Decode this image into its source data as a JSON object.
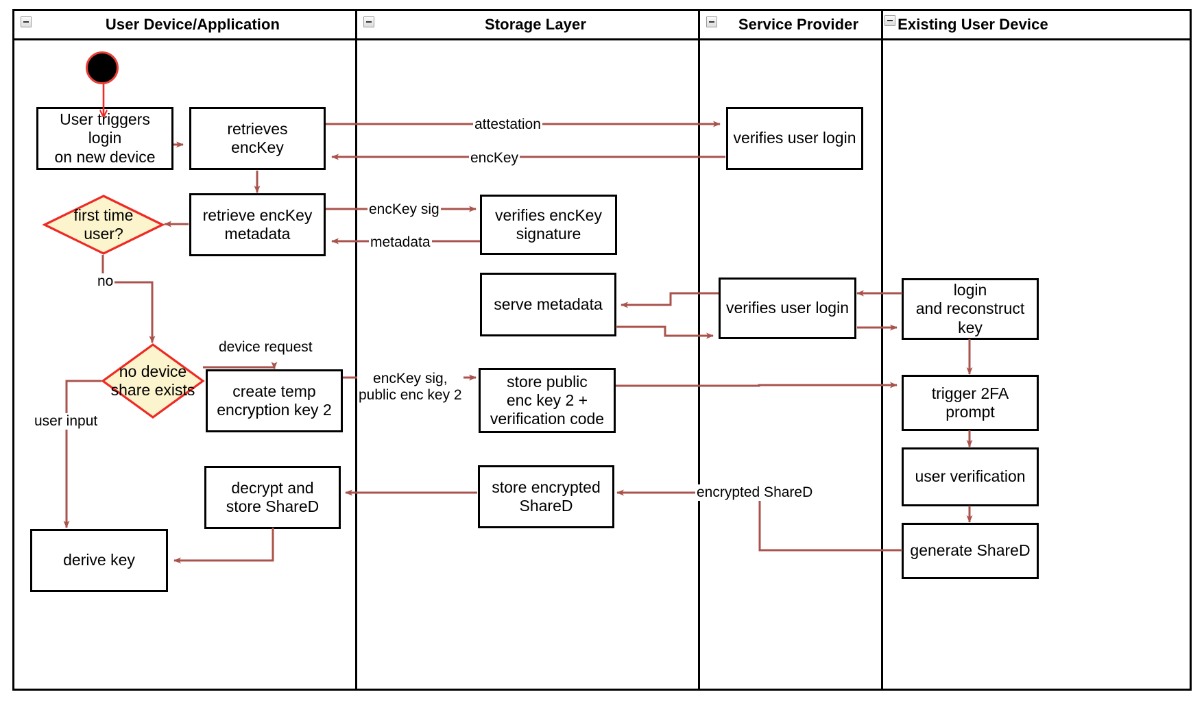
{
  "diagram": {
    "title": "Device login / key reconstruction activity diagram",
    "colors": {
      "edge": "#a9534c",
      "decision_fill": "#fbf4cd",
      "decision_stroke": "#ee2a24",
      "node_stroke": "#000000",
      "initial_node_fill": "#000000",
      "initial_node_stroke": "#e8403a",
      "lane_stroke": "#000000",
      "background": "#ffffff"
    }
  },
  "lanes": [
    {
      "id": "lane-user-device",
      "title": "User Device/Application",
      "collapse_icon": "minus-box-icon"
    },
    {
      "id": "lane-storage",
      "title": "Storage Layer",
      "collapse_icon": "minus-box-icon"
    },
    {
      "id": "lane-service-provider",
      "title": "Service Provider",
      "collapse_icon": "minus-box-icon"
    },
    {
      "id": "lane-existing-device",
      "title": "Existing User Device",
      "collapse_icon": "minus-box-icon"
    }
  ],
  "nodes": {
    "start": {
      "type": "initial",
      "name": "start-node"
    },
    "user_triggers_login": {
      "label": "User triggers login\non new device"
    },
    "retrieves_enckey": {
      "label": "retrieves\nencKey"
    },
    "verifies_user_login_1": {
      "label": "verifies user login"
    },
    "retrieve_enckey_metadata": {
      "label": "retrieve encKey\nmetadata"
    },
    "verifies_enckey_signature": {
      "label": "verifies encKey\nsignature"
    },
    "serve_metadata": {
      "label": "serve metadata"
    },
    "verifies_user_login_2": {
      "label": "verifies user login"
    },
    "login_and_reconstruct_key": {
      "label": "login\nand reconstruct key"
    },
    "create_temp_encryption_key_2": {
      "label": "create temp\nencryption key 2"
    },
    "store_public_enc_key_2": {
      "label": "store public\nenc key 2 +\nverification code"
    },
    "trigger_2fa_prompt": {
      "label": "trigger 2FA prompt"
    },
    "user_verification": {
      "label": "user verification"
    },
    "generate_shared": {
      "label": "generate ShareD"
    },
    "store_encrypted_shared": {
      "label": "store encrypted\nShareD"
    },
    "decrypt_and_store_shared": {
      "label": "decrypt and\nstore ShareD"
    },
    "derive_key": {
      "label": "derive key"
    }
  },
  "decisions": {
    "first_time_user": {
      "label": "first time\nuser?"
    },
    "no_device_share_exists": {
      "label": "no device\nshare exists"
    }
  },
  "edge_labels": {
    "attestation": "attestation",
    "enckey": "encKey",
    "enckey_sig": "encKey sig",
    "metadata": "metadata",
    "no": "no",
    "device_request": "device request",
    "enckey_sig_public_enc_key_2": "encKey sig,\npublic enc key 2",
    "user_input": "user input",
    "encrypted_shared": "encrypted ShareD"
  }
}
